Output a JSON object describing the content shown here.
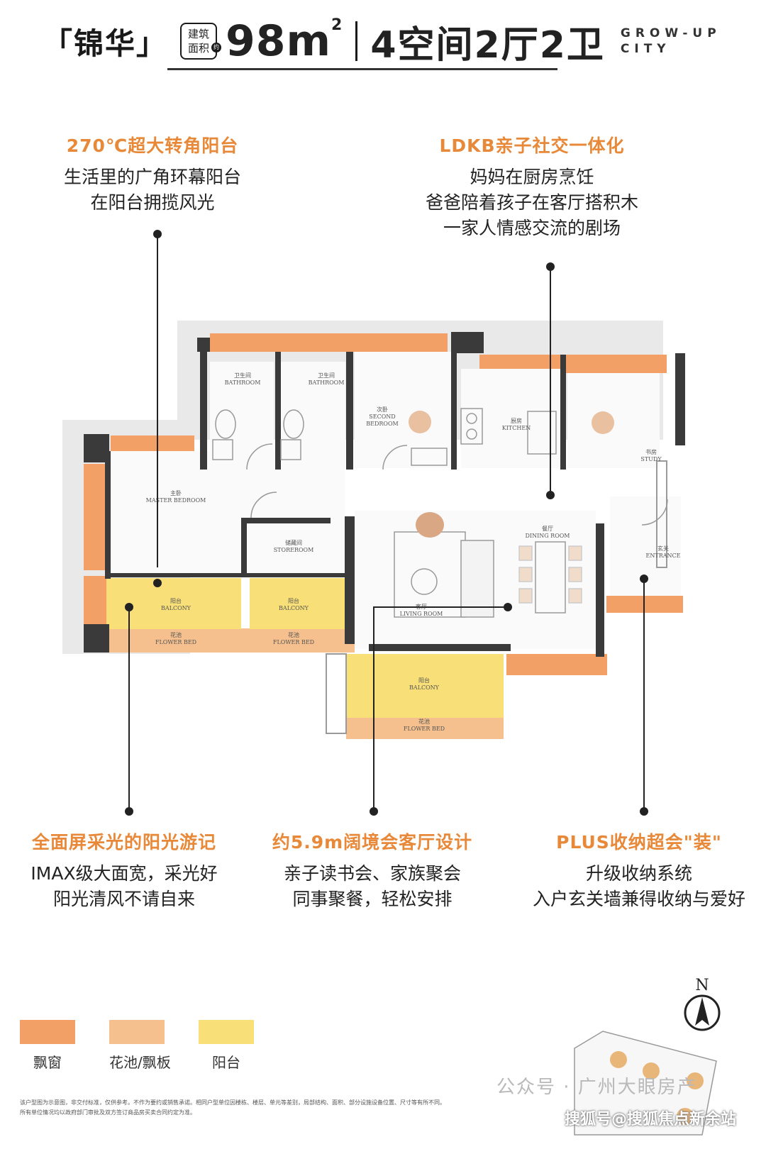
{
  "header": {
    "brand": "「锦华」",
    "badge_top": "建筑",
    "badge_bottom": "面积",
    "badge_sub": "约",
    "area_num": "98m",
    "area_sup": "2",
    "layout": "4空间2厅2卫",
    "tag_line1": "GROW-UP",
    "tag_line2": "CITY"
  },
  "callouts": {
    "balcony270": {
      "title": "270℃超大转角阳台",
      "lines": [
        "生活里的广角环幕阳台",
        "在阳台拥揽风光"
      ]
    },
    "ldkb": {
      "title": "LDKB亲子社交一体化",
      "lines": [
        "妈妈在厨房烹饪",
        "爸爸陪着孩子在客厅搭积木",
        "一家人情感交流的剧场"
      ]
    },
    "sunlight": {
      "title": "全面屏采光的阳光游记",
      "lines": [
        "IMAX级大面宽，采光好",
        "阳光清风不请自来"
      ]
    },
    "living": {
      "title": "约5.9m阔境会客厅设计",
      "lines": [
        "亲子读书会、家族聚会",
        "同事聚餐，轻松安排"
      ]
    },
    "storage": {
      "title": "PLUS收纳超会\"装\"",
      "lines": [
        "升级收纳系统",
        "入户玄关墙兼得收纳与爱好"
      ]
    }
  },
  "rooms": {
    "bathroom1": {
      "cn": "卫生间",
      "en": "BATHROOM"
    },
    "bathroom2": {
      "cn": "卫生间",
      "en": "BATHROOM"
    },
    "second_bedroom": {
      "cn": "次卧",
      "en1": "SECOND",
      "en2": "BEDROOM"
    },
    "kitchen": {
      "cn": "厨房",
      "en": "KITCHEN"
    },
    "study": {
      "cn": "书房",
      "en": "STUDY"
    },
    "master_bedroom": {
      "cn": "主卧",
      "en": "MASTER BEDROOM"
    },
    "storeroom": {
      "cn": "储藏间",
      "en": "STOREROOM"
    },
    "dining_room": {
      "cn": "餐厅",
      "en": "DINING ROOM"
    },
    "entrance": {
      "cn": "玄关",
      "en": "ENTRANCE"
    },
    "living_room": {
      "cn": "客厅",
      "en": "LIVING ROOM"
    },
    "balcony1": {
      "cn": "阳台",
      "en": "BALCONY"
    },
    "balcony2": {
      "cn": "阳台",
      "en": "BALCONY"
    },
    "balcony3": {
      "cn": "阳台",
      "en": "BALCONY"
    },
    "flower1": {
      "cn": "花池",
      "en": "FLOWER BED"
    },
    "flower2": {
      "cn": "花池",
      "en": "FLOWER BED"
    },
    "flower3": {
      "cn": "花池",
      "en": "FLOWER BED"
    }
  },
  "compass": {
    "label": "N"
  },
  "legend": [
    {
      "label": "飘窗",
      "color": "#f2a066"
    },
    {
      "label": "花池/飘板",
      "color": "#f5c08e"
    },
    {
      "label": "阳台",
      "color": "#f8df77"
    }
  ],
  "disclaimer": {
    "line1": "该户型图为示意图，非交付标准，仅供参考。不作为要约或销售承诺。相同户型单位因楼栋、楼层、单元等差别，局部结构、面积、部分设施设备位置、尺寸等有所不同。",
    "line2": "所有单位情况均以政府部门审批及双方签订商品房买卖合同约定为准。"
  },
  "watermark": {
    "wechat": "公众号 · 广州大眼房产",
    "sohu": "搜狐号@搜狐焦点新余站"
  },
  "colors": {
    "accent": "#e8893a",
    "bay_window": "#f2a066",
    "flower_bed": "#f5c08e",
    "balcony": "#f8df77",
    "wall": "#3a3a3a"
  }
}
